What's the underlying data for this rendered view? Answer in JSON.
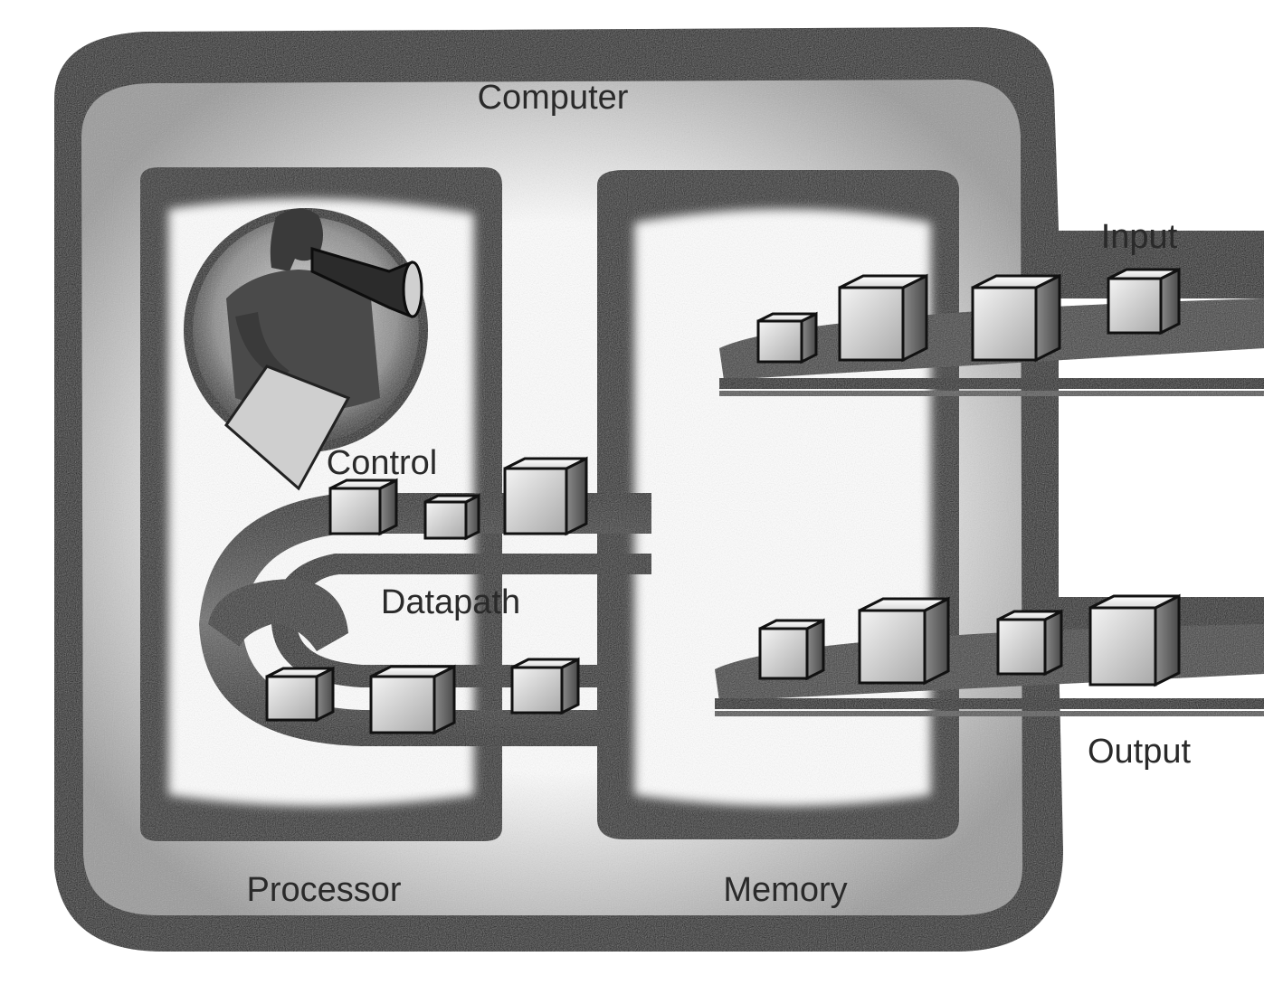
{
  "labels": {
    "computer": "Computer",
    "processor": "Processor",
    "memory": "Memory",
    "control": "Control",
    "datapath": "Datapath",
    "input": "Input",
    "output": "Output"
  },
  "colors": {
    "ink": "#111111",
    "paper": "#ffffff",
    "shade": "#555555",
    "box_light": "#f2f2f2",
    "box_mid": "#bdbdbd",
    "box_dark": "#6e6e6e"
  },
  "icons": {
    "control_figure": "person-with-megaphone-icon",
    "data_block": "cube-icon"
  }
}
